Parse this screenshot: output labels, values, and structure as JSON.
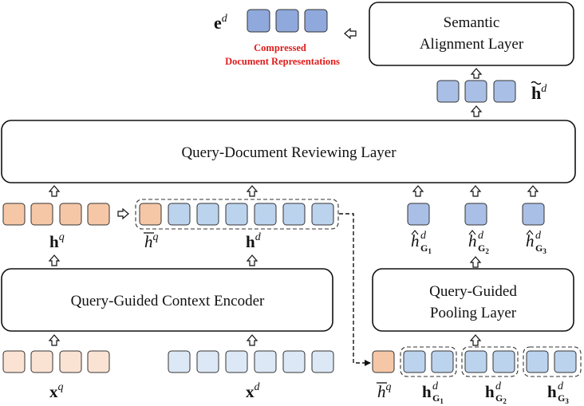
{
  "layers": {
    "semantic_alignment": {
      "line1": "Semantic",
      "line2": "Alignment Layer"
    },
    "reviewing": "Query-Document Reviewing Layer",
    "context_encoder": "Query-Guided Context Encoder",
    "pooling": {
      "line1": "Query-Guided",
      "line2": "Pooling Layer"
    }
  },
  "annotations": {
    "compressed_line1": "Compressed",
    "compressed_line2": "Document Representations"
  },
  "symbols": {
    "e_d": {
      "base": "e",
      "sup": "d"
    },
    "h_tilde_d": {
      "base": "h",
      "sup": "d"
    },
    "h_q": {
      "base": "h",
      "sup": "q"
    },
    "h_d": {
      "base": "h",
      "sup": "d"
    },
    "h_bar_q_mid": {
      "base": "h",
      "sup": "q"
    },
    "x_q": {
      "base": "x",
      "sup": "q"
    },
    "x_d": {
      "base": "x",
      "sup": "d"
    },
    "h_bar_q_bottom": {
      "base": "h",
      "sup": "q"
    },
    "h_hat_g1": {
      "base": "h",
      "sup": "d",
      "sub": "G",
      "subsub": "1"
    },
    "h_hat_g2": {
      "base": "h",
      "sup": "d",
      "sub": "G",
      "subsub": "2"
    },
    "h_hat_g3": {
      "base": "h",
      "sup": "d",
      "sub": "G",
      "subsub": "3"
    },
    "h_g1": {
      "base": "h",
      "sup": "d",
      "sub": "G",
      "subsub": "1"
    },
    "h_g2": {
      "base": "h",
      "sup": "d",
      "sub": "G",
      "subsub": "2"
    },
    "h_g3": {
      "base": "h",
      "sup": "d",
      "sub": "G",
      "subsub": "3"
    }
  },
  "colors": {
    "query_token": "#f6c7a6",
    "query_token_light": "#fbe3d4",
    "doc_token": "#bcd3ee",
    "doc_token_light": "#dde8f6",
    "compressed_token": "#8fa9dc",
    "aligned_token": "#a9bfe6",
    "annotation_red": "#e01b1b"
  }
}
